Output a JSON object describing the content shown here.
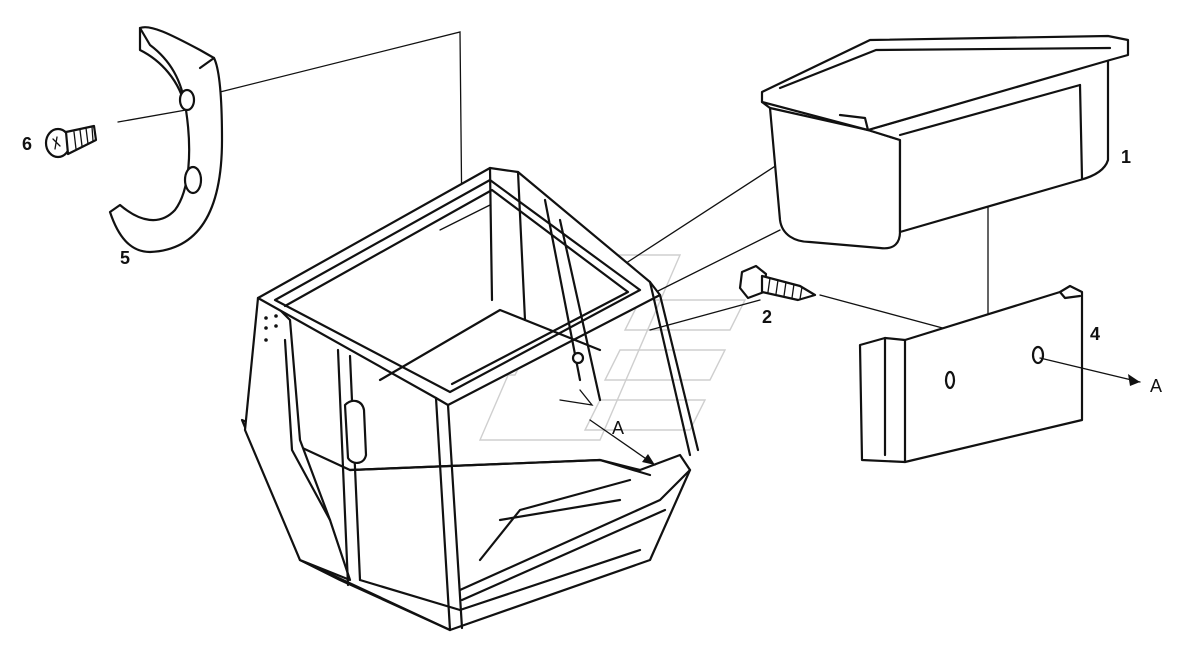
{
  "callouts": {
    "part_1": "1",
    "part_2": "2",
    "part_4": "4",
    "part_5": "5",
    "part_6": "6",
    "view_a_cab": "A",
    "view_a_arrow": "A"
  },
  "icons": {
    "watermark": "stylized-logo-watermark"
  },
  "colors": {
    "ink": "#111111",
    "background": "#ffffff",
    "watermark": "#cfcfcf"
  }
}
